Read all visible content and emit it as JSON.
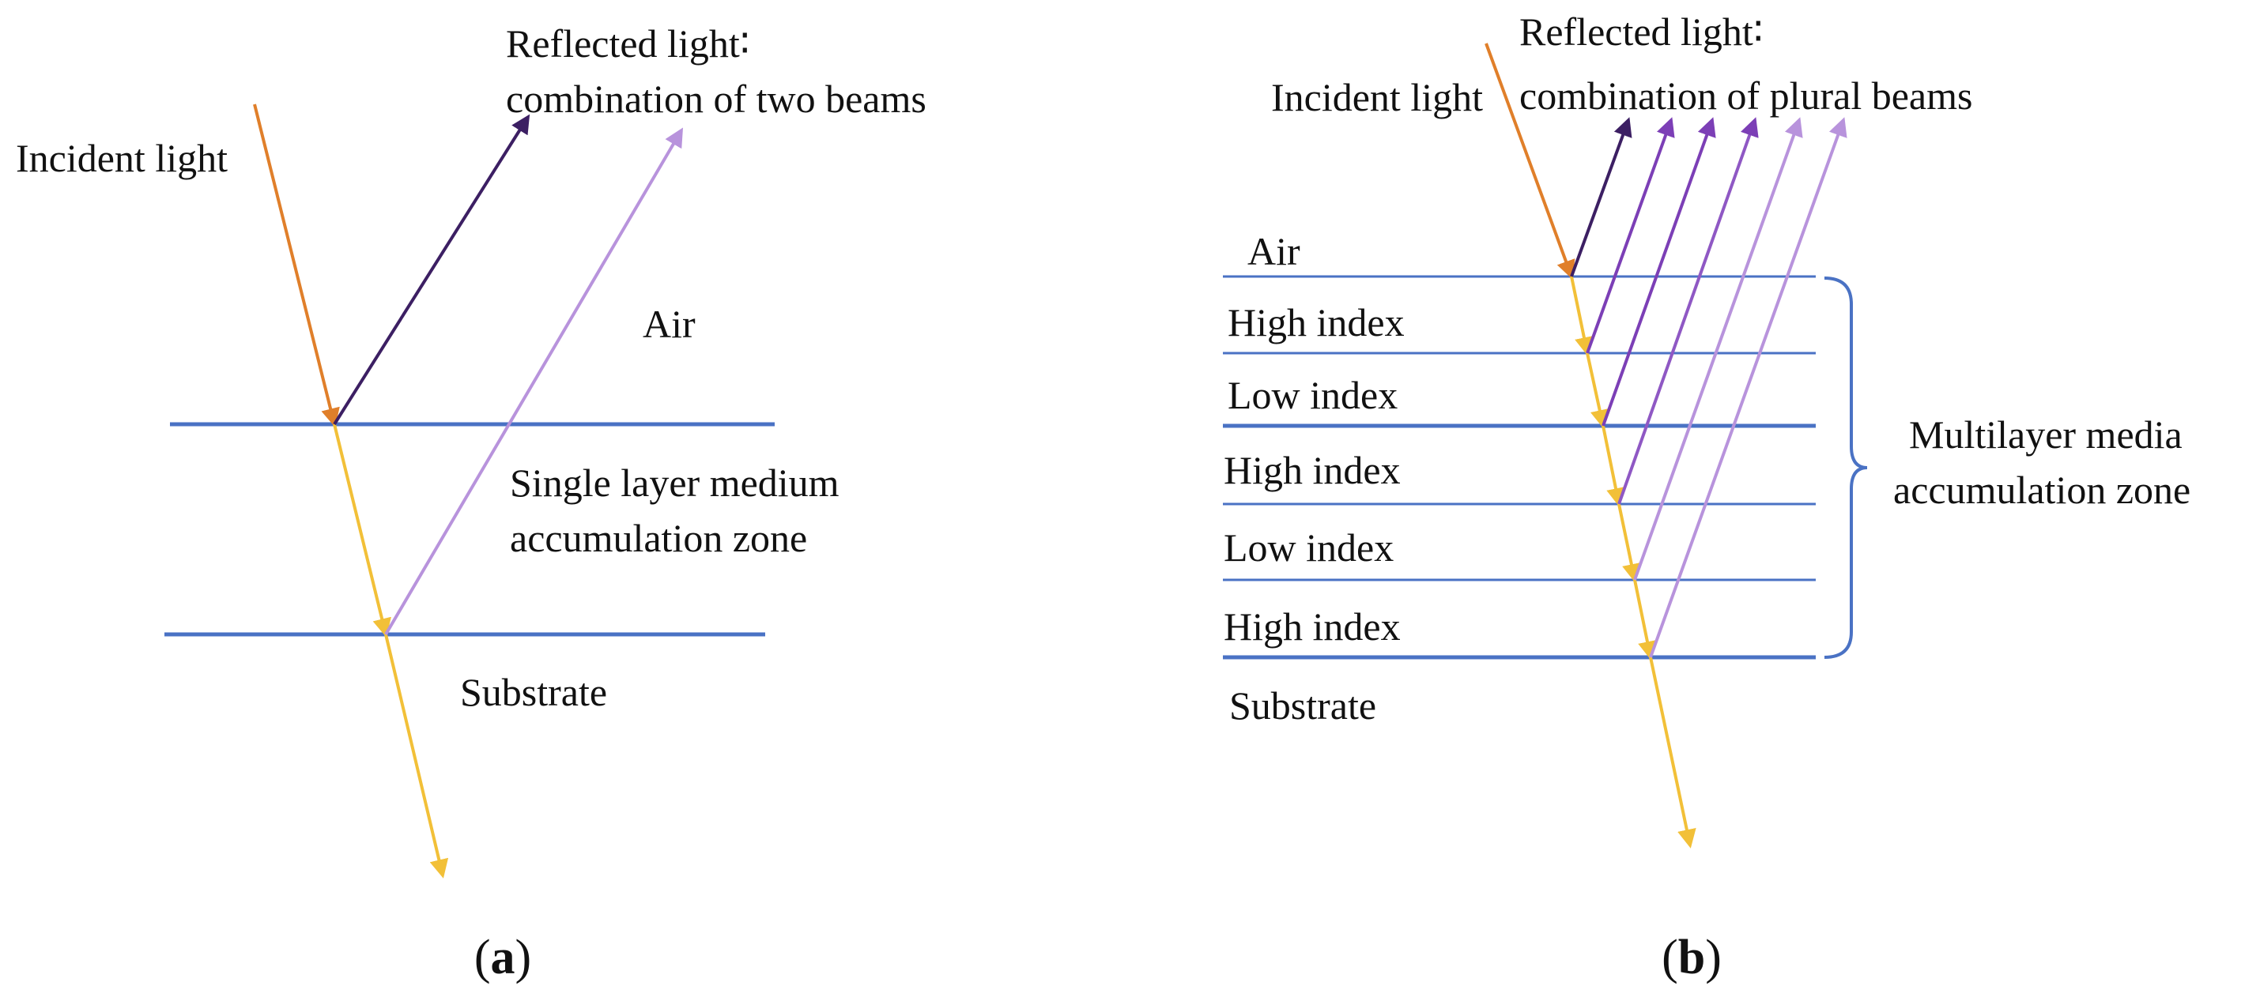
{
  "colors": {
    "interface": "#4a72c4",
    "incident_top": "#e07f2a",
    "incident_bottom": "#f2c038",
    "reflect_dark": "#3c1f63",
    "reflect_mid": "#7c3fb6",
    "reflect_light": "#b893dc",
    "text": "#111111"
  },
  "panel_a": {
    "incident_label": "Incident light",
    "reflected_label_line1": "Reflected light∶",
    "reflected_label_line2": "combination of two beams",
    "air_label": "Air",
    "layer_label_line1": "Single layer medium",
    "layer_label_line2": "accumulation zone",
    "substrate_label": "Substrate",
    "caption_open": "(",
    "caption_letter": "a",
    "caption_close": ")"
  },
  "panel_b": {
    "incident_label": "Incident light",
    "reflected_label_line1": "Reflected light∶",
    "reflected_label_line2": "combination of plural beams",
    "air_label": "Air",
    "layer_labels": [
      "High index",
      "Low index",
      "High index",
      "Low index",
      "High index"
    ],
    "substrate_label": "Substrate",
    "zone_label_line1": "Multilayer media",
    "zone_label_line2": "accumulation zone",
    "caption_open": "(",
    "caption_letter": "b",
    "caption_close": ")"
  }
}
